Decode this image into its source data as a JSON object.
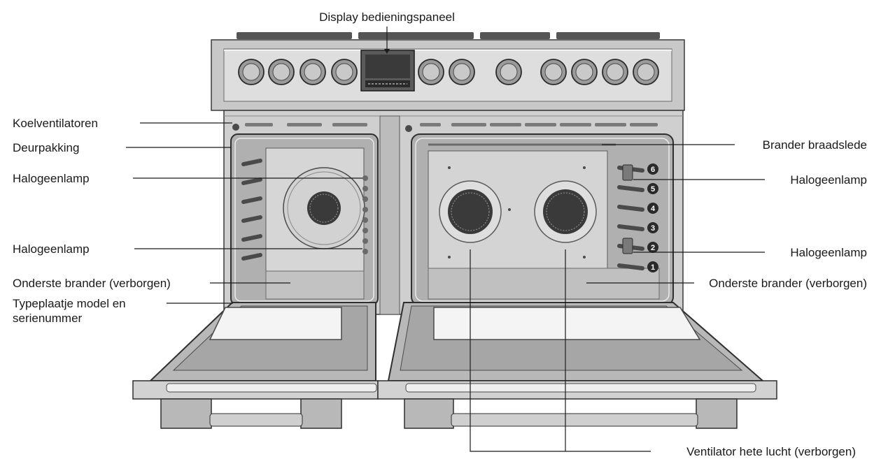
{
  "labels": {
    "display": "Display bedieningspaneel",
    "cooling_fans": "Koelventilatoren",
    "door_gasket": "Deurpakking",
    "halogen_left_top": "Halogeenlamp",
    "halogen_left_bottom": "Halogeenlamp",
    "bottom_burner_left": "Onderste brander (verborgen)",
    "rating_plate_line1": "Typeplaatje model en",
    "rating_plate_line2": "serienummer",
    "broil_burner": "Brander braadslede",
    "halogen_right_top": "Halogeenlamp",
    "halogen_right_bottom": "Halogeenlamp",
    "bottom_burner_right": "Onderste brander (verborgen)",
    "convection_fan": "Ventilator hete lucht (verborgen)"
  },
  "rack_positions": [
    "6",
    "5",
    "4",
    "3",
    "2",
    "1"
  ],
  "colors": {
    "steel": "#d4d4d4",
    "steel_dark": "#9a9a9a",
    "outline": "#3a3a3a",
    "cavity": "#bdbdbd",
    "glass": "#f4f4f4",
    "badge": "#2a2a2a"
  }
}
